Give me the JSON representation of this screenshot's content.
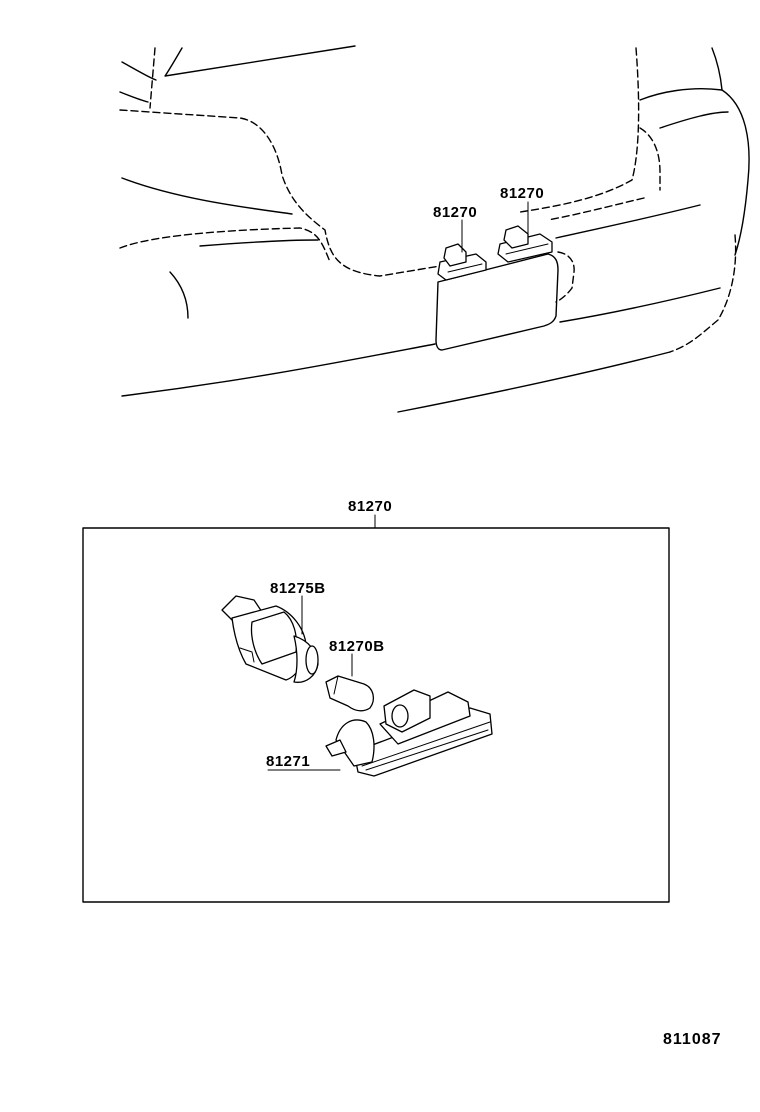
{
  "callouts": {
    "top_lamp_left": "81270",
    "top_lamp_right": "81270",
    "assembly": "81270",
    "socket": "81275B",
    "bulb": "81270B",
    "lens_housing": "81271"
  },
  "diagram_code": "811087",
  "colors": {
    "line": "#000000",
    "background": "#ffffff"
  }
}
